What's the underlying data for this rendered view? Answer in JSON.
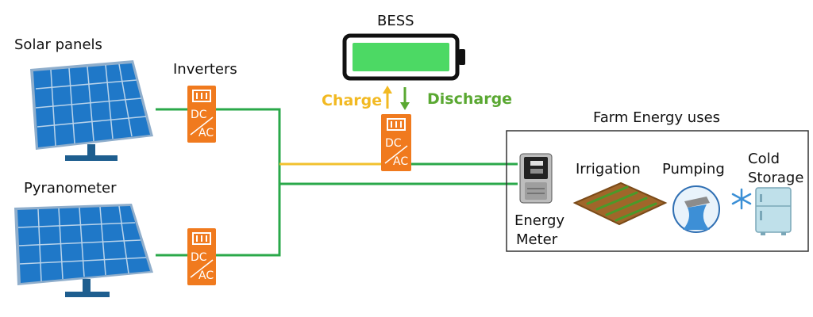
{
  "labels": {
    "solar_panels": "Solar panels",
    "pyranometer": "Pyranometer",
    "inverters": "Inverters",
    "bess": "BESS",
    "charge": "Charge",
    "discharge": "Discharge",
    "farm_uses_title": "Farm Energy uses",
    "irrigation": "Irrigation",
    "pumping": "Pumping",
    "cold_storage_line1": "Cold",
    "cold_storage_line2": "Storage",
    "energy_meter_line1": "Energy",
    "energy_meter_line2": "Meter",
    "inverter_dc": "DC",
    "inverter_ac": "AC"
  },
  "colors": {
    "panel_blue": "#1f78c8",
    "panel_frame": "#8faecc",
    "inverter_orange": "#f07a1e",
    "battery_green": "#4cd964",
    "wire_green": "#2aa84a",
    "wire_yellow": "#f2c12e",
    "charge_text": "#f2b922",
    "discharge_text": "#5aa832"
  }
}
